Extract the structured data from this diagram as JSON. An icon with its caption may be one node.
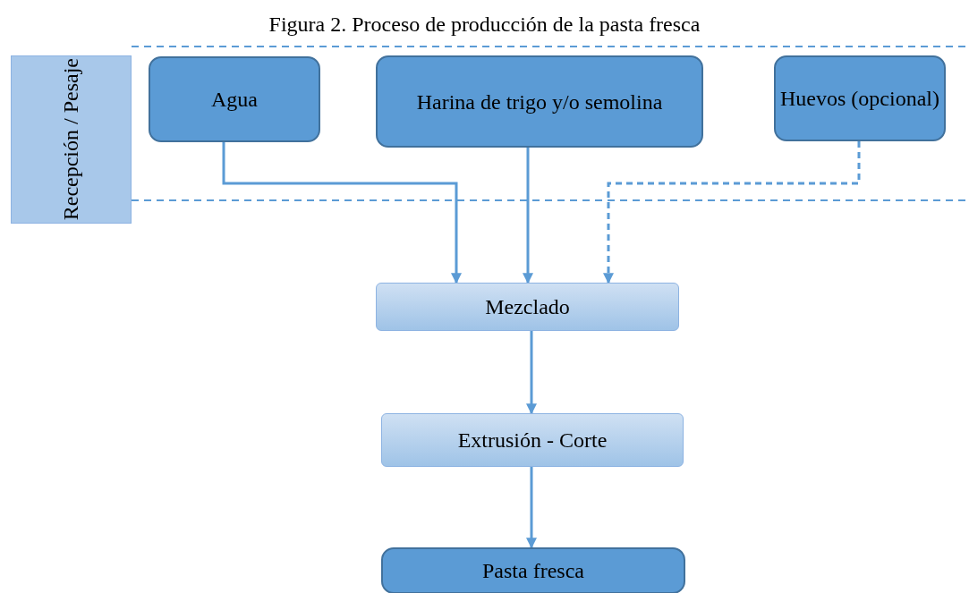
{
  "diagram": {
    "title": "Figura 2. Proceso de producción de la pasta fresca",
    "nodes": [
      {
        "text": [
          "Recepción / Pesaje"
        ]
      },
      {
        "text": [
          "Agua"
        ]
      },
      {
        "text": [
          "Harina de trigo y/o semolina"
        ]
      },
      {
        "text": [
          "Huevos (opcional)"
        ]
      },
      {
        "text": [
          "Mezclado"
        ]
      },
      {
        "text": [
          "Extrusión - Corte"
        ]
      },
      {
        "text": [
          "Pasta fresca"
        ]
      }
    ],
    "edges": [
      {
        "from": 1,
        "to": 4,
        "arrow": "to"
      },
      {
        "from": 2,
        "to": 4,
        "arrow": "to"
      },
      {
        "from": 3,
        "to": 4,
        "arrow": "to",
        "style": "dashed"
      },
      {
        "from": 4,
        "to": 5,
        "arrow": "to"
      },
      {
        "from": 5,
        "to": 6,
        "arrow": "to"
      }
    ]
  }
}
